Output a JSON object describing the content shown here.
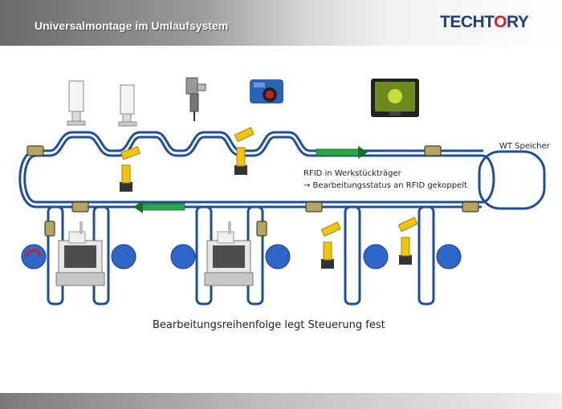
{
  "header": {
    "title": "Universalmontage im Umlaufsystem"
  },
  "logo": {
    "text_left": "TECHT",
    "text_o": "O",
    "text_right": "RY"
  },
  "labels": {
    "wt_speicher": "WT Speicher",
    "rfid_line1": "RFID in Werkstückträger",
    "rfid_line2": "→ Bearbeitungsstatus an RFID gekoppelt",
    "caption": "Bearbeitungsreihenfolge  legt Steuerung fest"
  },
  "colors": {
    "conveyor": "#1f4e9a",
    "carrier": "#b5a564",
    "arrow": "#28a745",
    "station": "#2f66c8",
    "robot": "#f1c40f"
  }
}
